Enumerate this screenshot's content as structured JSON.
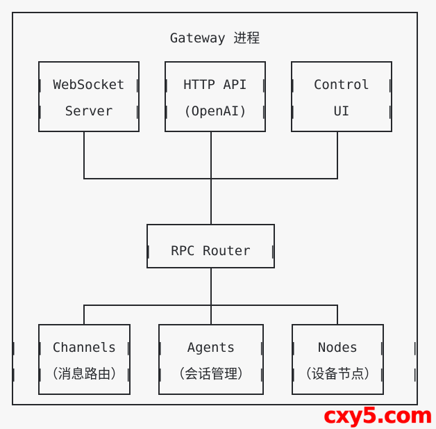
{
  "diagram": {
    "type": "ascii-architecture-diagram",
    "background_color": "#f7f7f7",
    "line_color": "#26282c",
    "outer": {
      "title_latin": "Gateway",
      "title_cjk": "进程",
      "title_full": "Gateway 进程"
    },
    "tier1": [
      {
        "id": "websocket-server",
        "line1": "WebSocket",
        "line2": "Server"
      },
      {
        "id": "http-api",
        "line1": "HTTP API",
        "line2": "(OpenAI)"
      },
      {
        "id": "control-ui",
        "line1": "Control",
        "line2": "UI"
      }
    ],
    "tier2": [
      {
        "id": "rpc-router",
        "line1": "RPC Router",
        "line2": ""
      }
    ],
    "tier3": [
      {
        "id": "channels",
        "line1": "Channels",
        "line2": "（消息路由）"
      },
      {
        "id": "agents",
        "line1": "Agents",
        "line2": "（会话管理）"
      },
      {
        "id": "nodes",
        "line1": "Nodes",
        "line2": "（设备节点）"
      }
    ]
  },
  "watermark": {
    "text": "cxy5.com",
    "color": "#ff0000"
  }
}
